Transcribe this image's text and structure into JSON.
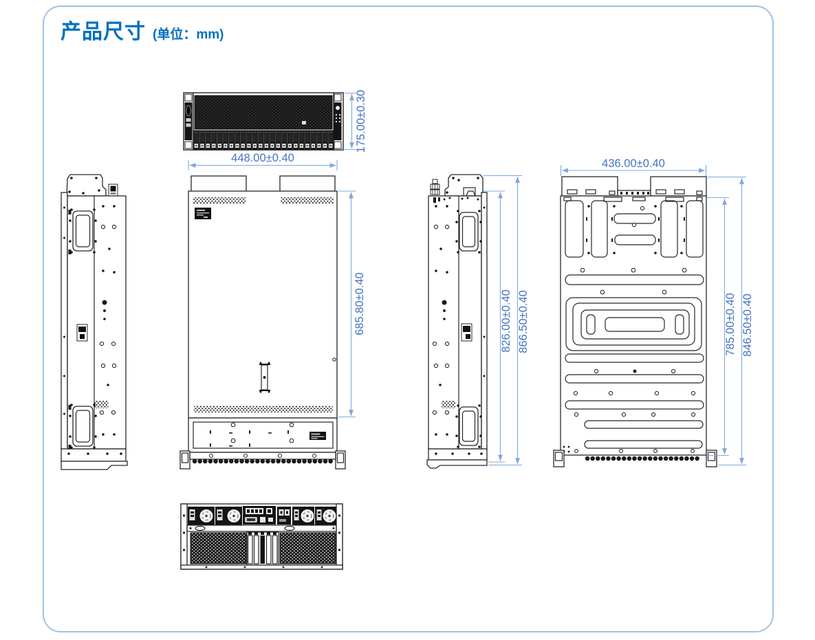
{
  "title": {
    "main": "产品尺寸",
    "unit": "(单位：mm)"
  },
  "dimensions": {
    "front_height": "175.00±0.30",
    "top_width": "448.00±0.40",
    "top_depth": "685.80±0.40",
    "side_height_inner": "826.00±0.40",
    "side_height_outer": "866.50±0.40",
    "bottom_width": "436.00±0.40",
    "bottom_depth_inner": "785.00±0.40",
    "bottom_depth_outer": "846.50±0.40"
  },
  "colors": {
    "title": "#0070C0",
    "dimension_text": "#4472C4",
    "dimension_line": "#7FA8DB",
    "card_border": "#9DC3E6",
    "drawing_ink": "#1a1a1a"
  }
}
